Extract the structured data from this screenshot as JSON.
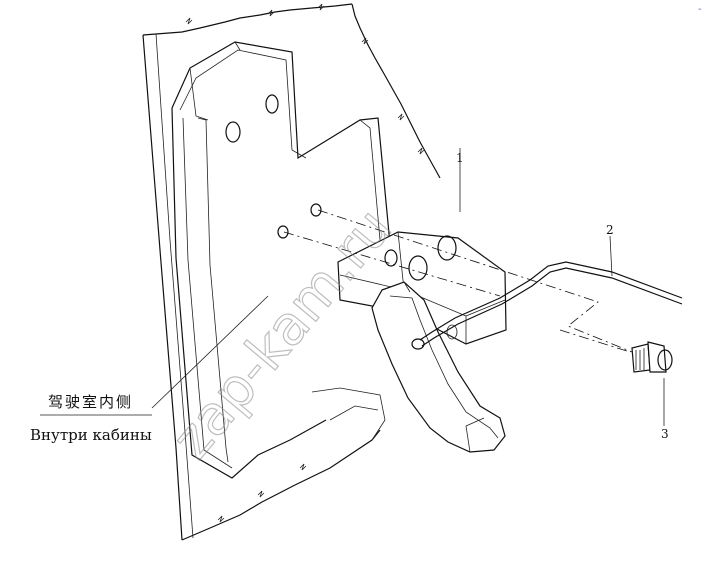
{
  "labels": {
    "inside_cab_cn": "驾驶室内侧",
    "inside_cab_ru": "Внутри кабины"
  },
  "callouts": [
    "1",
    "2",
    "3"
  ],
  "watermark": "zap-kam.ru",
  "corner_mark": "-"
}
